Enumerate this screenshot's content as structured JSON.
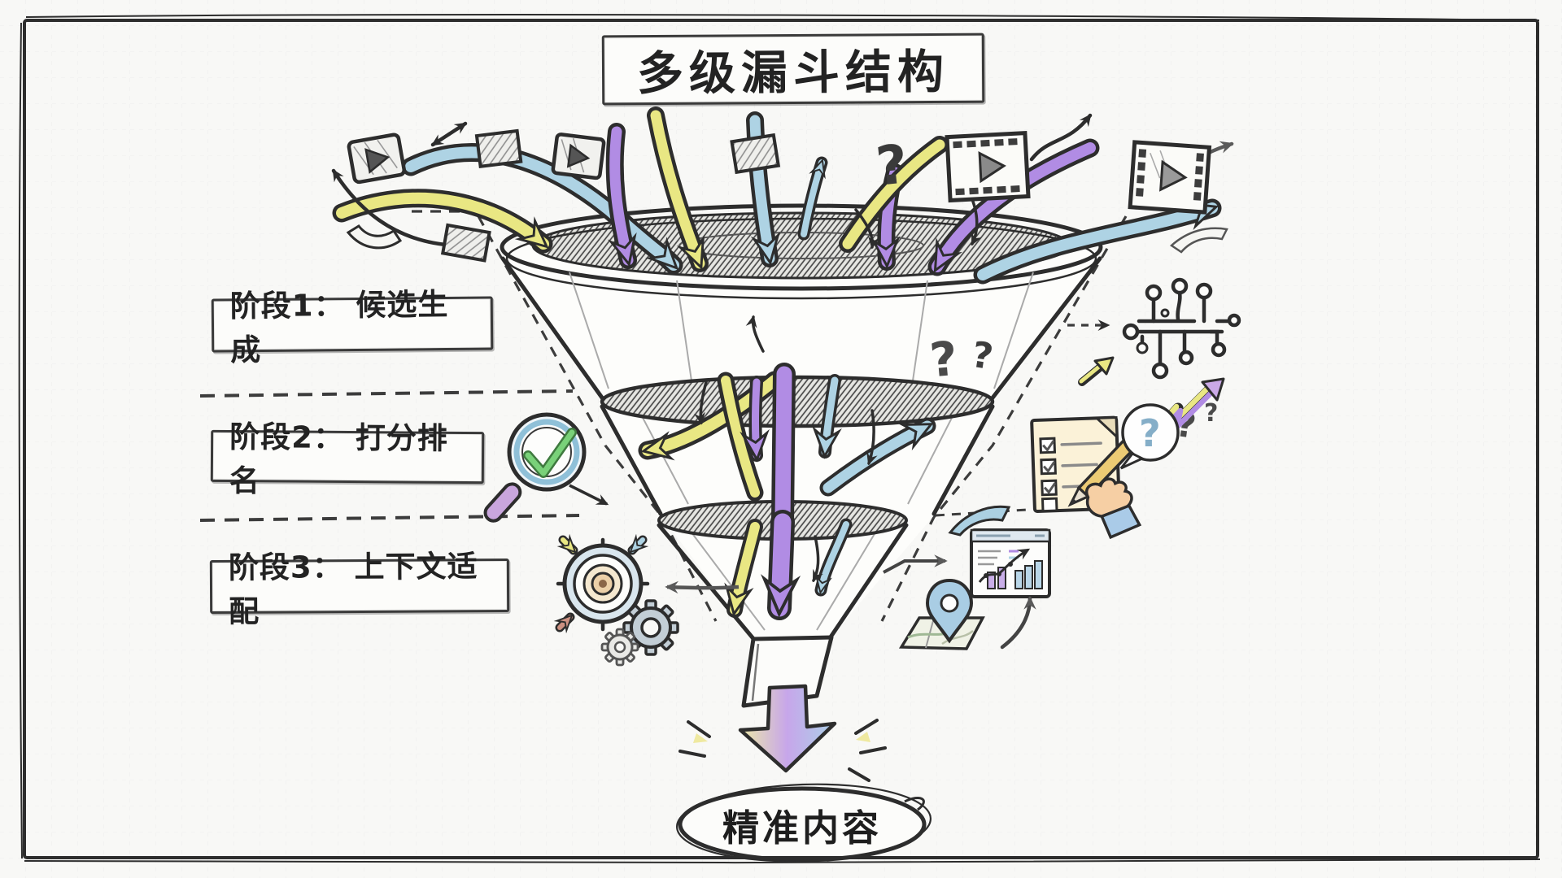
{
  "title": "多级漏斗结构",
  "stages": [
    {
      "label": "阶段1： 候选生成"
    },
    {
      "label": "阶段2： 打分排名"
    },
    {
      "label": "阶段3： 上下文适配"
    }
  ],
  "result_label": "精准内容",
  "glyphs": {
    "question_mark": "?"
  },
  "palette": {
    "ink": "#2d2d2d",
    "yellow": "#e9e783",
    "purple": "#b18ce4",
    "blue": "#aed3e4",
    "green_check": "#79d179",
    "paper": "#f8f8f6",
    "grid_line": "#cdcdd2"
  },
  "icons": [
    "video-thumbnail-icon",
    "hatched-card-icon",
    "film-strip-icon",
    "question-mark-icon",
    "circuit-node-icon",
    "trend-zigzag-arrow-icon",
    "checklist-hand-icon",
    "speech-bubble-question-icon",
    "analytics-dashboard-icon",
    "map-pin-icon",
    "curved-up-arrow-icon",
    "magnifier-check-icon",
    "target-bullseye-icon",
    "gears-icon",
    "funnel-three-tier",
    "result-oval",
    "rainbow-output-arrow"
  ]
}
